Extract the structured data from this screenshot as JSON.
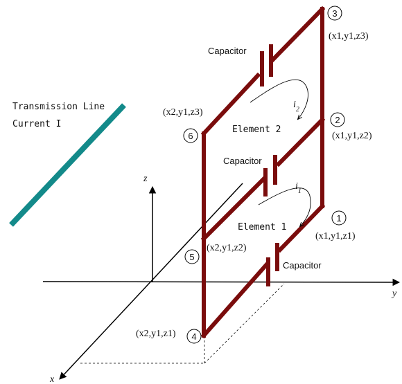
{
  "transmission_line": {
    "line1": "Transmission Line",
    "line2": "Current I",
    "color": "#138a8a"
  },
  "wire_color": "#7a0c0c",
  "axes": {
    "x": "x",
    "y": "y",
    "z": "z"
  },
  "nodes": [
    {
      "id": "1",
      "coord": "(x1,y1,z1)"
    },
    {
      "id": "2",
      "coord": "(x1,y1,z2)"
    },
    {
      "id": "3",
      "coord": "(x1,y1,z3)"
    },
    {
      "id": "4",
      "coord": "(x2,y1,z1)"
    },
    {
      "id": "5",
      "coord": "(x2,y1,z2)"
    },
    {
      "id": "6",
      "coord": "(x2,y1,z3)"
    }
  ],
  "capacitor_label": "Capacitor",
  "elements": {
    "element1": "Element 1",
    "element2": "Element 2"
  },
  "currents": {
    "i1": "i",
    "i1_sub": "1",
    "i2": "i",
    "i2_sub": "2"
  }
}
